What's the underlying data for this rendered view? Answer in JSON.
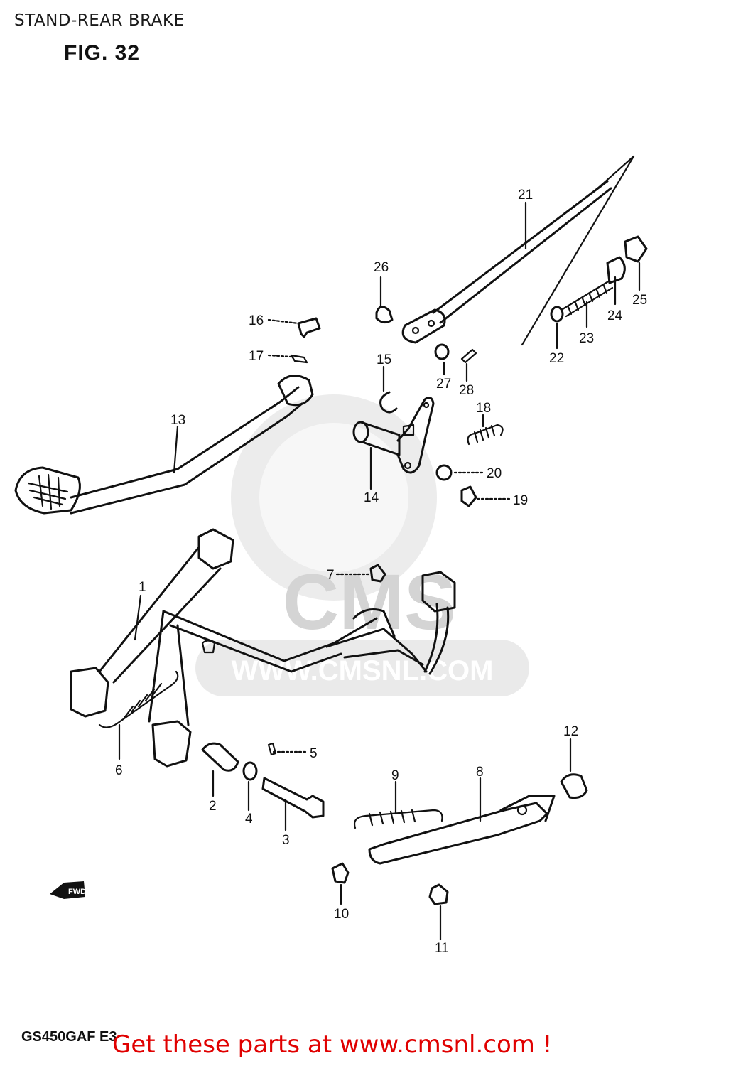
{
  "page": {
    "title": "STAND-REAR BRAKE",
    "figure": "FIG. 32",
    "model_code": "GS450GAF E3",
    "footer_text": "Get these parts at www.cmsnl.com !",
    "fwd_arrow_label": "FWD"
  },
  "watermark": {
    "brand": "CMS",
    "url": "WWW.CMSNL.COM"
  },
  "callouts": [
    "1",
    "2",
    "3",
    "4",
    "5",
    "6",
    "7",
    "8",
    "9",
    "10",
    "11",
    "12",
    "13",
    "14",
    "15",
    "16",
    "17",
    "18",
    "19",
    "20",
    "21",
    "22",
    "23",
    "24",
    "25",
    "26",
    "27",
    "28"
  ],
  "colors": {
    "lines": "#111111",
    "footer": "#e00000",
    "watermark": "#d4d4d4"
  }
}
